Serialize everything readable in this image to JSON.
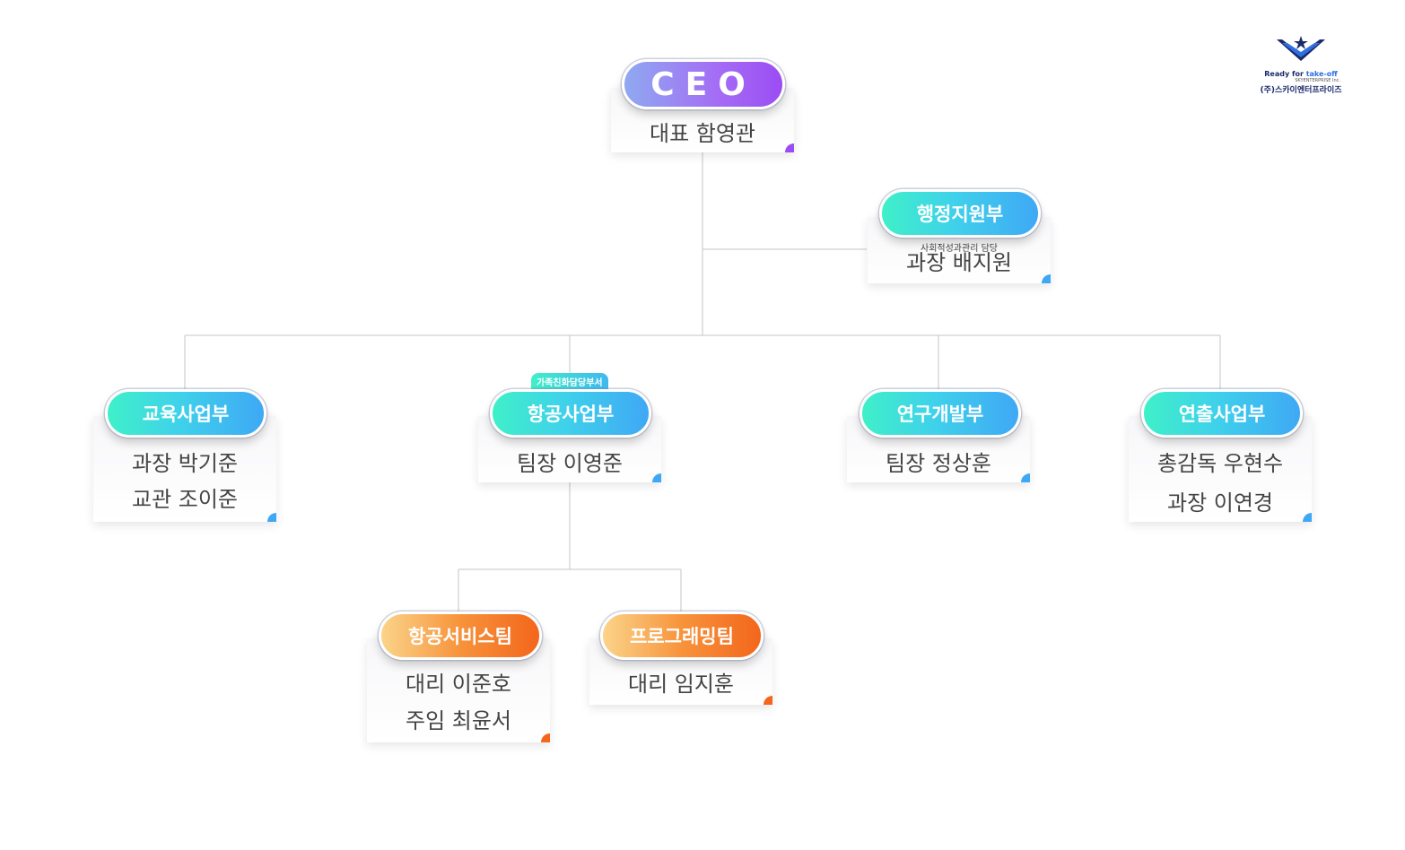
{
  "logo": {
    "tagline_a": "Ready for",
    "tagline_b": "take-off",
    "sub": "SKYENTERPRISE Inc.",
    "company": "(주)스카이엔터프라이즈"
  },
  "ceo": {
    "title": "CEO",
    "name": "대표 함영관"
  },
  "admin": {
    "title": "행정지원부",
    "note": "사회적성과관리 담당",
    "name": "과장 배지원"
  },
  "education": {
    "title": "교육사업부",
    "names": [
      "과장 박기준",
      "교관 조이준"
    ]
  },
  "aviation": {
    "tag": "가족친화담당부서",
    "title": "항공사업부",
    "name": "팀장 이영준"
  },
  "research": {
    "title": "연구개발부",
    "name": "팀장 정상훈"
  },
  "directing": {
    "title": "연출사업부",
    "names": [
      "총감독 우현수",
      "과장 이연경"
    ]
  },
  "service_team": {
    "title": "항공서비스팀",
    "names": [
      "대리 이준호",
      "주임 최윤서"
    ]
  },
  "programming_team": {
    "title": "프로그래밍팀",
    "name": "대리 임지훈"
  },
  "colors": {
    "purple": "#9b4df3",
    "blue": "#3fa8f5",
    "orange": "#f3661c",
    "line": "#bfbfbf"
  }
}
